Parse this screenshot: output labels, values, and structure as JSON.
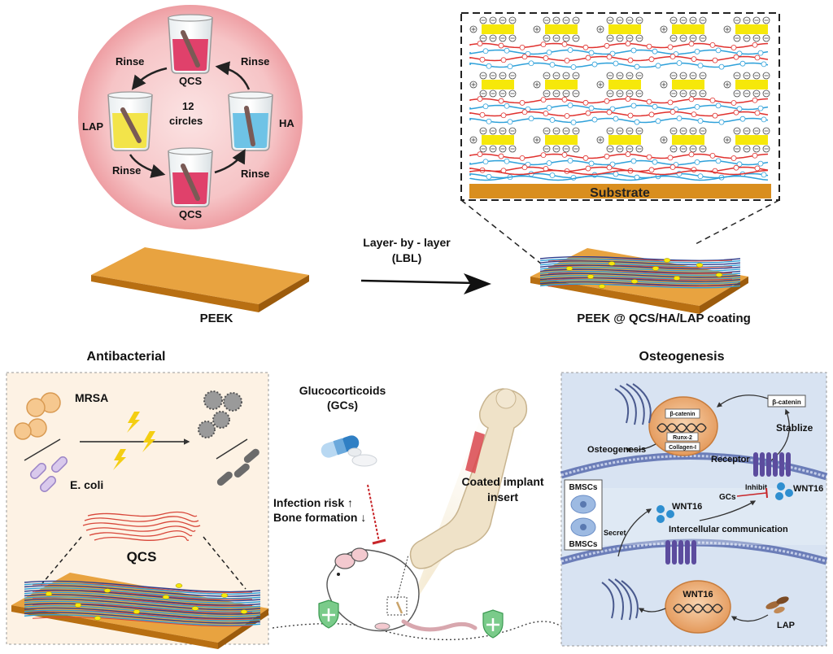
{
  "lbl_cycle": {
    "rinse_top_left": "Rinse",
    "rinse_top_right": "Rinse",
    "rinse_bottom_left": "Rinse",
    "rinse_bottom_right": "Rinse",
    "qcs_top": "QCS",
    "qcs_bottom": "QCS",
    "lap": "LAP",
    "ha": "HA",
    "circles_number": "12",
    "circles_word": "circles"
  },
  "lbl_coating": {
    "substrate": "Substrate",
    "process_line1": "Layer- by - layer",
    "process_line2": "(LBL)",
    "peek": "PEEK",
    "peek_coated": "PEEK @ QCS/HA/LAP coating"
  },
  "lbl_antibacterial": {
    "title": "Antibacterial",
    "mrsa": "MRSA",
    "ecoli": "E. coli",
    "qcs": "QCS"
  },
  "lbl_middle": {
    "gc_line1": "Glucocorticoids",
    "gc_line2": "(GCs)",
    "infection": "Infection risk ↑",
    "bone_formation": "Bone formation ↓",
    "implant_line1": "Coated implant",
    "implant_line2": "insert"
  },
  "lbl_osteo": {
    "title": "Osteogenesis",
    "beta_catenin_box": "β-catenin",
    "beta_catenin_nucleus": "β-catenin",
    "runx2": "Runx-2",
    "collagen": "Collagen-I",
    "stablize": "Stablize",
    "osteogenesis_label": "Osteogenesis",
    "receptor": "Receptor",
    "inhibit": "Inhibit",
    "gcs": "GCs",
    "wnt16_right": "WNT16",
    "wnt16_mid": "WNT16",
    "bmscs_top": "BMSCs",
    "bmscs_bottom": "BMSCs",
    "secret": "Secret",
    "intercellular": "Intercellular communication",
    "wnt16_nucleus": "WNT16",
    "lap": "LAP"
  },
  "colors": {
    "peek": "#D98E1E",
    "qcs_liquid": "#E0416B",
    "lap_liquid": "#F3E44A",
    "ha_liquid": "#6EC3E6",
    "hapal_circle": "#F6C3C6",
    "positive_chain": "#E0312E",
    "negative_chain": "#2FA1DA",
    "nanoclay": "#F6E80A",
    "cell_bg": "#C9D8EE",
    "nucleus": "#F1B989",
    "receptor": "#5C4C9E"
  }
}
